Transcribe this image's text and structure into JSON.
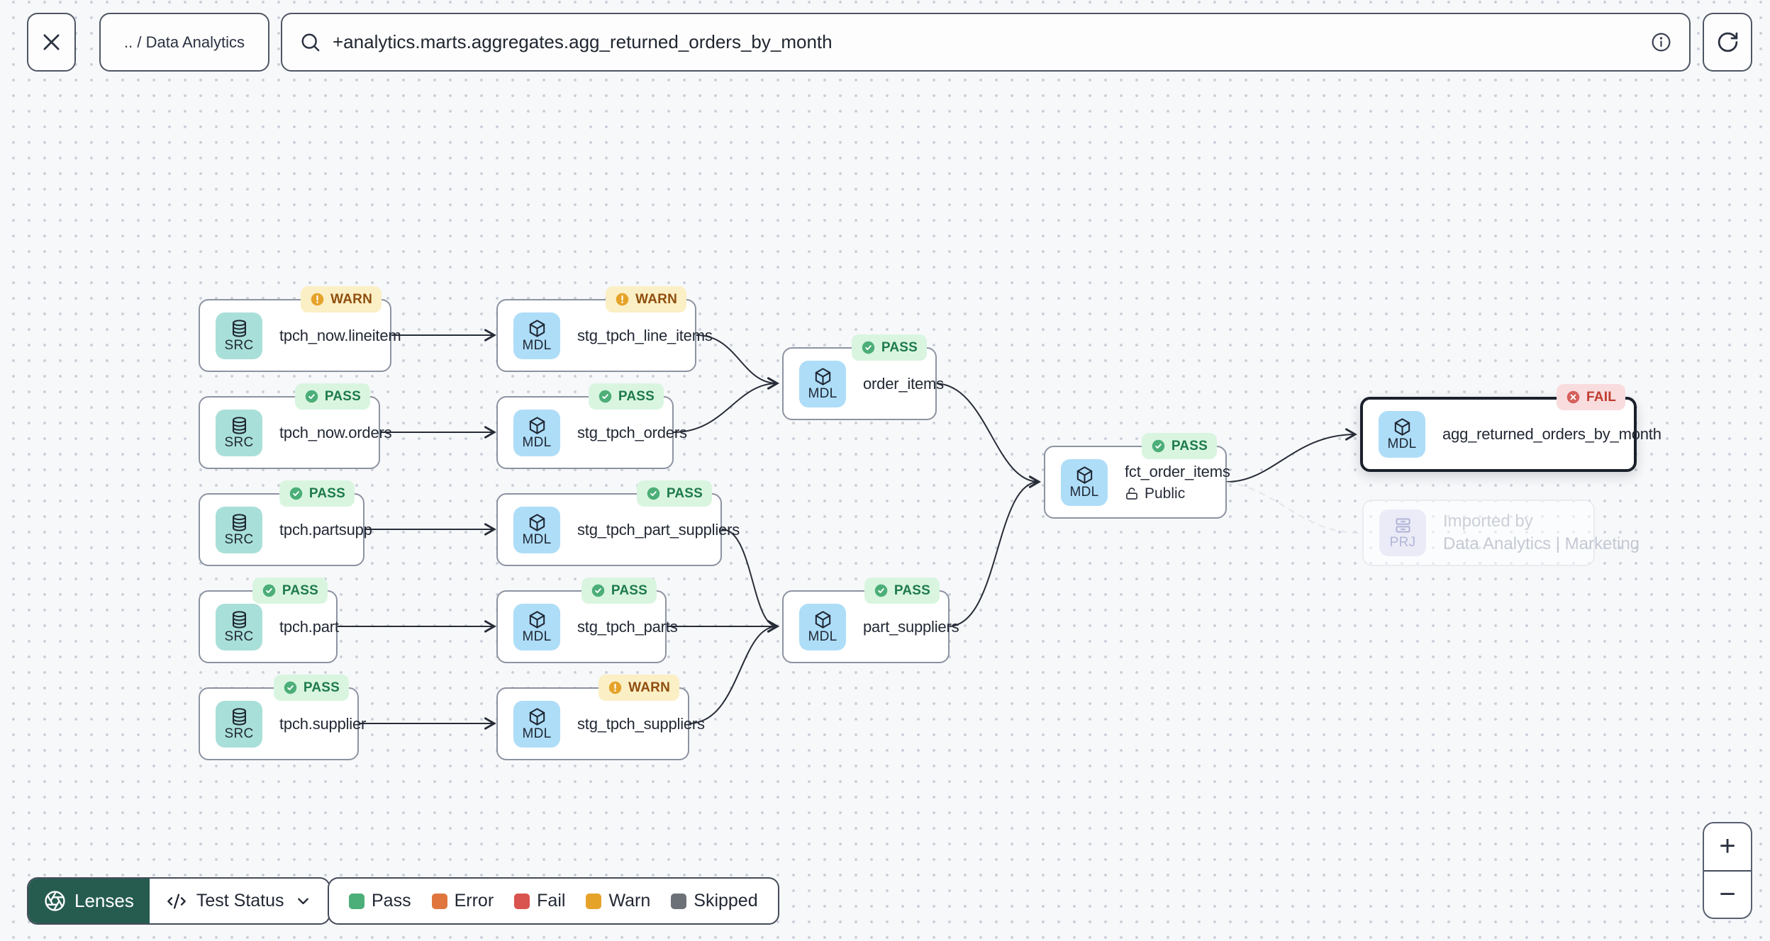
{
  "topbar": {
    "breadcrumb": ".. / Data Analytics",
    "search": {
      "value": "+analytics.marts.aggregates.agg_returned_orders_by_month"
    }
  },
  "icons": {
    "close": "close-icon",
    "search": "search-icon",
    "info": "info-icon",
    "refresh": "refresh-icon",
    "lenses": "aperture-icon",
    "lens_selector": "code-icon",
    "lens_chevron": "chevron-down-icon",
    "src": "database-icon",
    "mdl": "cube-icon",
    "prj": "project-icon",
    "public": "unlocked-padlock-icon"
  },
  "nodes": [
    {
      "label": "tpch_now.lineitem",
      "kind": "SRC",
      "badge": "WARN"
    },
    {
      "label": "tpch_now.orders",
      "kind": "SRC",
      "badge": "PASS"
    },
    {
      "label": "tpch.partsupp",
      "kind": "SRC",
      "badge": "PASS"
    },
    {
      "label": "tpch.part",
      "kind": "SRC",
      "badge": "PASS"
    },
    {
      "label": "tpch.supplier",
      "kind": "SRC",
      "badge": "PASS"
    },
    {
      "label": "stg_tpch_line_items",
      "kind": "MDL",
      "badge": "WARN"
    },
    {
      "label": "stg_tpch_orders",
      "kind": "MDL",
      "badge": "PASS"
    },
    {
      "label": "stg_tpch_part_suppliers",
      "kind": "MDL",
      "badge": "PASS"
    },
    {
      "label": "stg_tpch_parts",
      "kind": "MDL",
      "badge": "PASS"
    },
    {
      "label": "stg_tpch_suppliers",
      "kind": "MDL",
      "badge": "WARN"
    },
    {
      "label": "order_items",
      "kind": "MDL",
      "badge": "PASS"
    },
    {
      "label": "part_suppliers",
      "kind": "MDL",
      "badge": "PASS"
    },
    {
      "label": "fct_order_items",
      "kind": "MDL",
      "badge": "PASS",
      "sublabel": "Public"
    },
    {
      "label": "agg_returned_orders_by_month",
      "kind": "MDL",
      "badge": "FAIL",
      "selected": true
    }
  ],
  "ghost_node": {
    "kind": "PRJ",
    "title": "Imported by",
    "subtitle": "Data Analytics | Marketing"
  },
  "footer": {
    "lenses_label": "Lenses",
    "lens_selector_label": "Test Status",
    "legend": [
      {
        "label": "Pass",
        "color": "#4CAE78"
      },
      {
        "label": "Error",
        "color": "#E0763E"
      },
      {
        "label": "Fail",
        "color": "#D9534F"
      },
      {
        "label": "Warn",
        "color": "#E6A32A"
      },
      {
        "label": "Skipped",
        "color": "#6C7177"
      }
    ]
  },
  "zoom_controls": {
    "zoom_in": "+",
    "zoom_out": "−"
  },
  "colors": {
    "accent_green": "#265C50",
    "canvas_bg": "#F7F8FA",
    "edge": "#272D38",
    "selected_border": "#1A202B",
    "src_chip": "#A9DFD9",
    "mdl_chip": "#AEDDF8",
    "badge_pass_bg": "#D9F5E0",
    "badge_warn_bg": "#FBEFC5",
    "badge_fail_bg": "#F8DCDE"
  }
}
